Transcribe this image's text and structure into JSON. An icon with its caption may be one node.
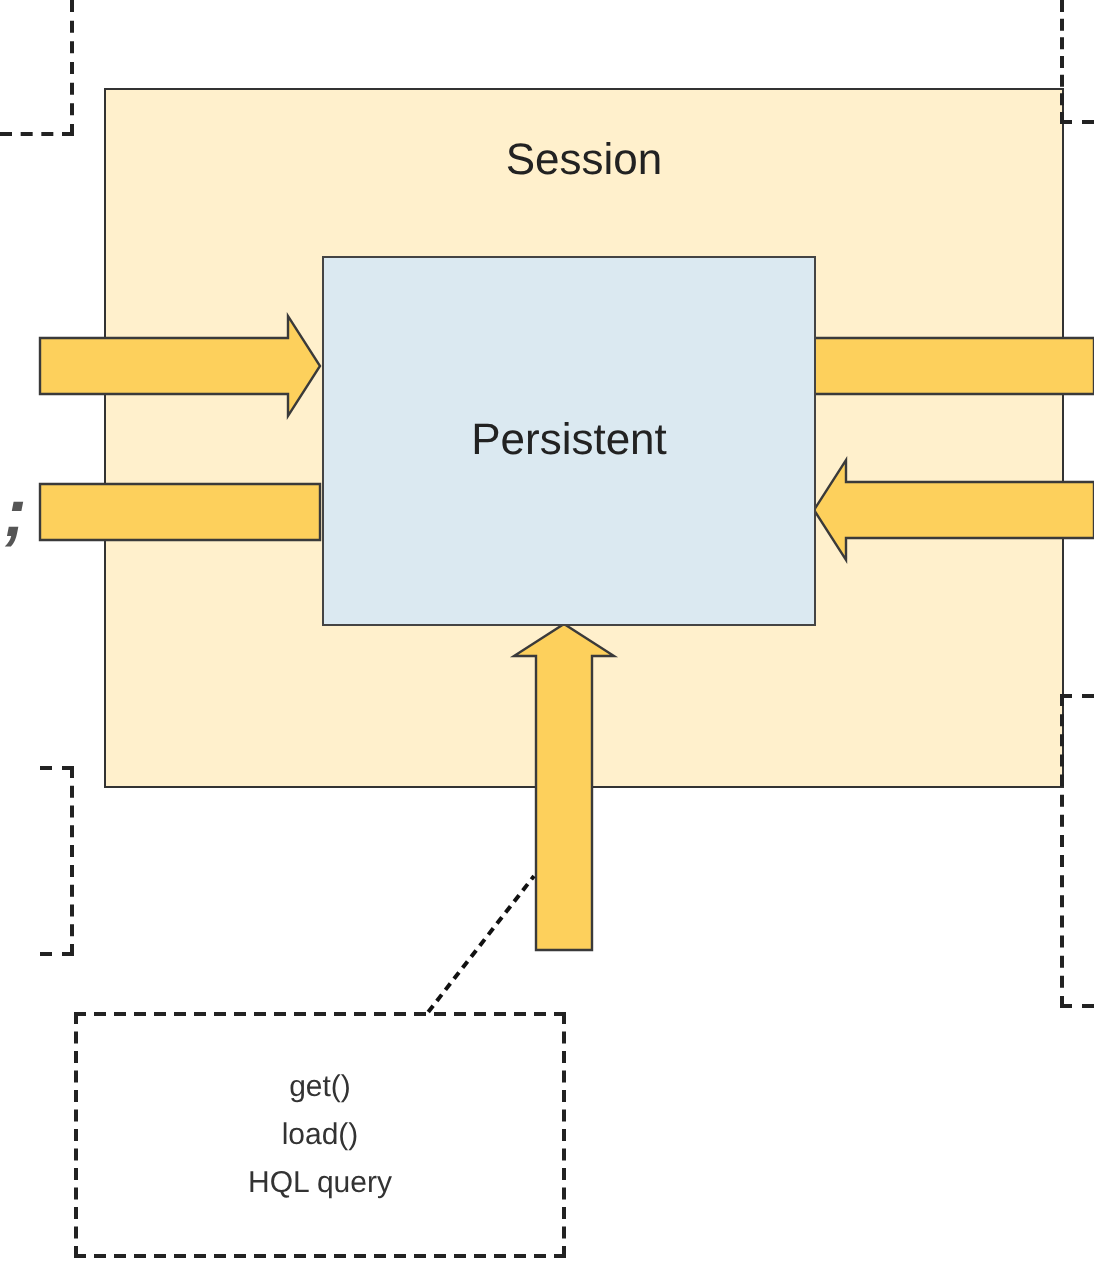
{
  "diagram": {
    "nodes": [
      {
        "text": [
          "Session"
        ]
      },
      {
        "text": [
          "Persistent"
        ],
        "in": 0
      },
      {
        "text": [
          "get()",
          "load()",
          "HQL query"
        ]
      },
      {
        "text": [],
        "shape": "box"
      },
      {
        "text": [],
        "shape": "box"
      },
      {
        "text": [],
        "shape": "box"
      },
      {
        "text": [],
        "shape": "box"
      }
    ],
    "edges": [
      {
        "from": null,
        "to": 1,
        "arrow": "to",
        "style": "thick"
      },
      {
        "from": 1,
        "to": null,
        "arrow": "none",
        "style": "thick"
      },
      {
        "from": 1,
        "to": null,
        "arrow": "none",
        "style": "thick"
      },
      {
        "from": null,
        "to": 1,
        "arrow": "to",
        "style": "thick"
      },
      {
        "from": null,
        "to": 1,
        "arrow": "to",
        "style": "thick"
      },
      {
        "from": 2,
        "to": null,
        "arrow": "none",
        "style": "dashed"
      }
    ],
    "labels": [
      ";"
    ]
  }
}
